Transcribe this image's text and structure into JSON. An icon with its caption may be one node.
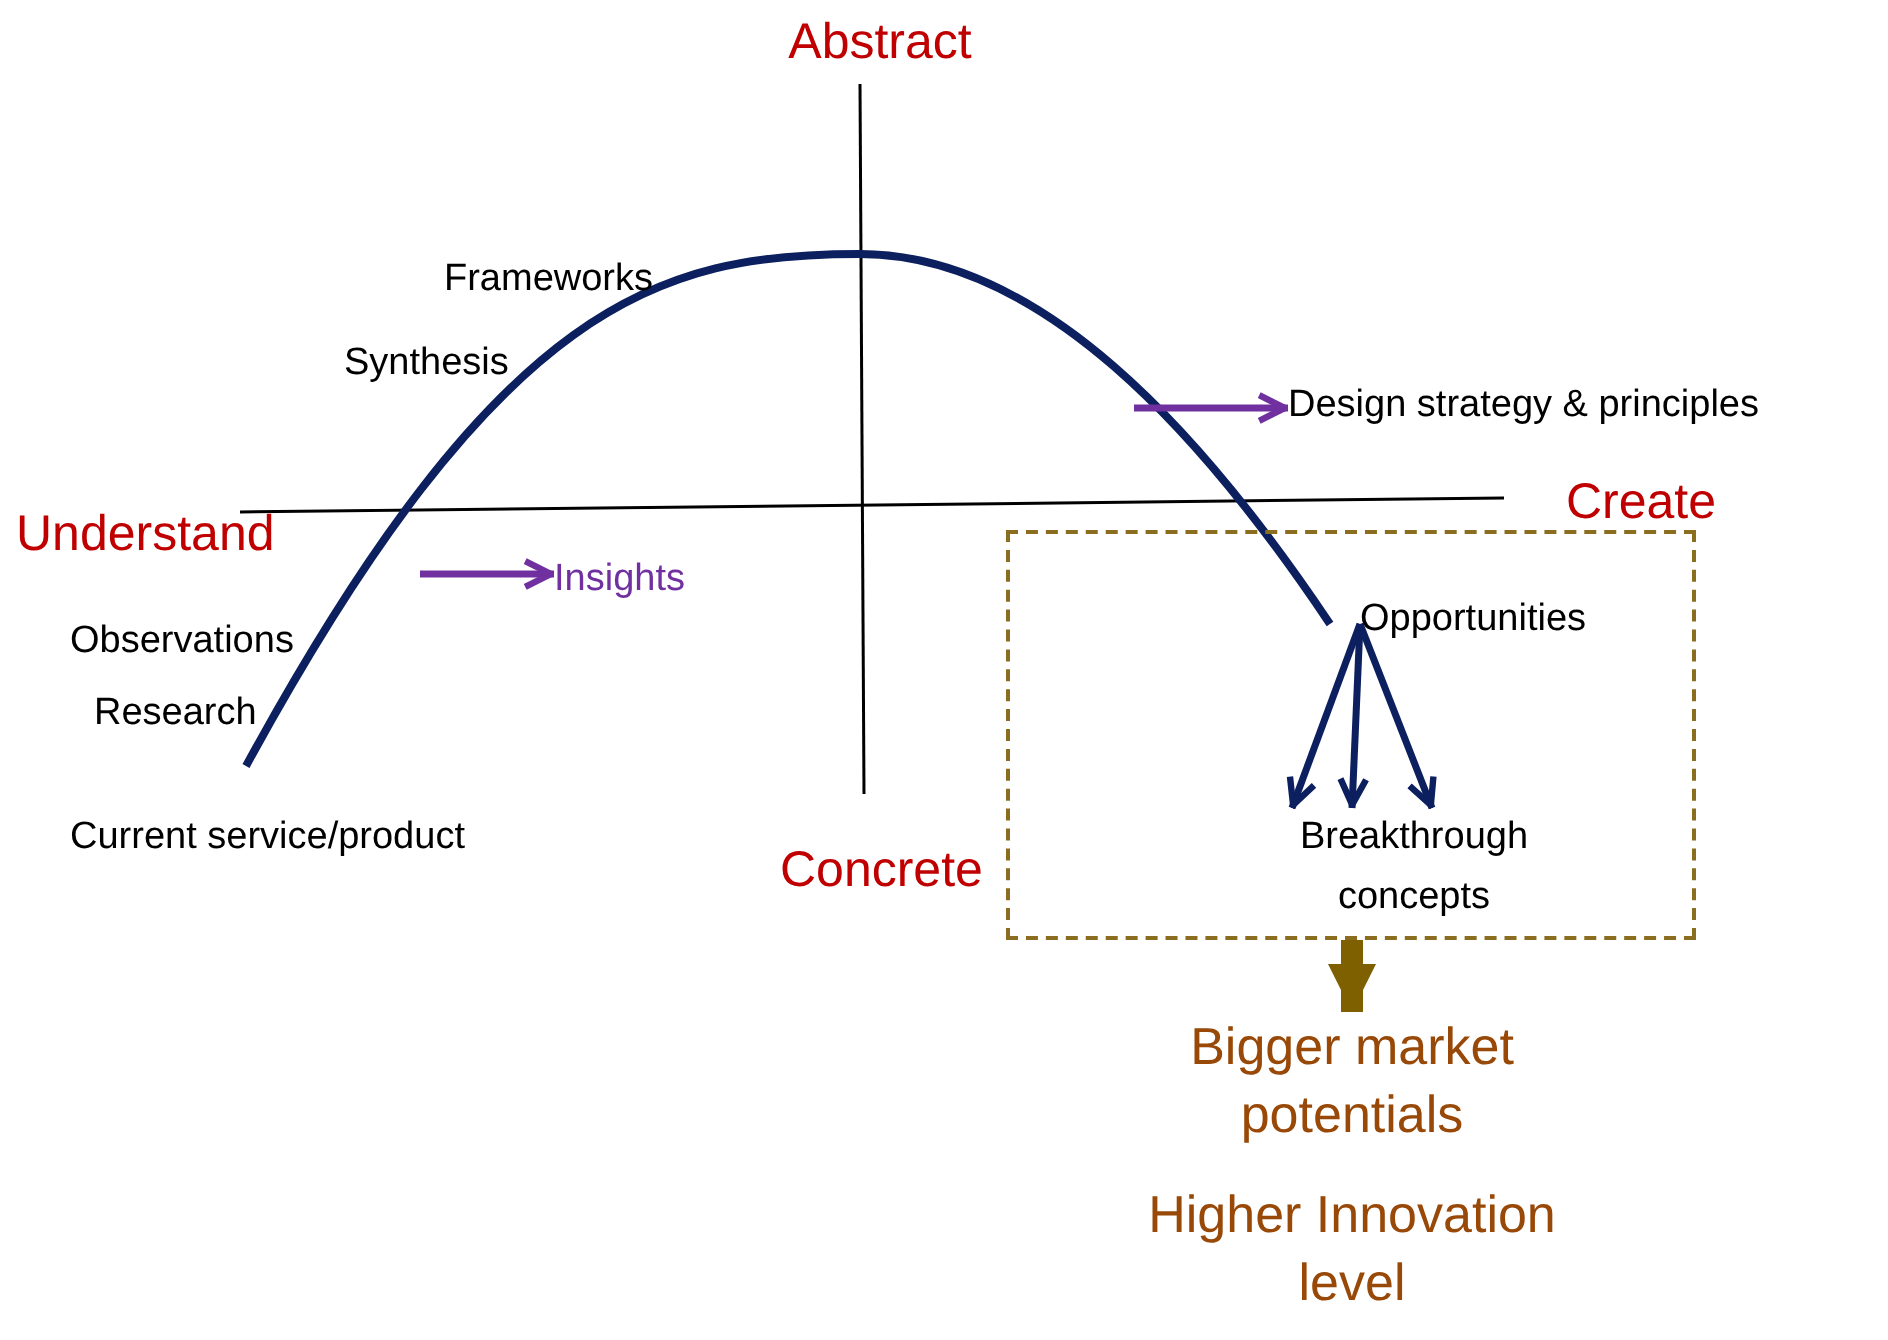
{
  "diagram": {
    "nodes": [
      {
        "text": [
          "Insights"
        ]
      },
      {
        "text": [
          "Design strategy & principles"
        ]
      },
      {
        "text": [],
        "shape": "box"
      },
      {
        "text": [
          "Opportunities"
        ],
        "in": 2
      },
      {
        "text": [
          "Breakthrough concepts"
        ],
        "in": 2
      },
      {
        "text": [
          "Bigger market potentials"
        ]
      }
    ],
    "edges": [
      {
        "from": null,
        "to": 0,
        "arrow": "to",
        "color": "#7030a0"
      },
      {
        "from": null,
        "to": 1,
        "arrow": "to",
        "color": "#7030a0"
      },
      {
        "from": 3,
        "to": 4,
        "arrow": "to"
      },
      {
        "from": 3,
        "to": 4,
        "arrow": "to"
      },
      {
        "from": 3,
        "to": 4,
        "arrow": "to"
      },
      {
        "from": 2,
        "to": 5,
        "arrow": "to",
        "style": "thick",
        "color": "#7f6000"
      }
    ],
    "labels": [
      "Abstract",
      "Frameworks",
      "Synthesis",
      "Understand",
      "Create",
      "Observations",
      "Research",
      "Current service/product",
      "Concrete",
      "Higher Innovation level"
    ]
  }
}
